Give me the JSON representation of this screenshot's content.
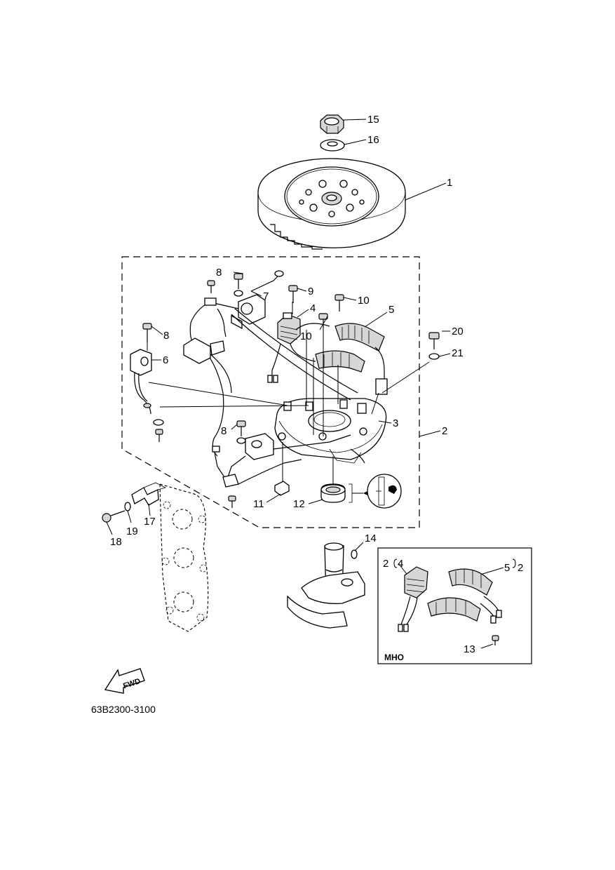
{
  "diagram": {
    "part_code": "63B2300-3100",
    "inset_label": "MHO",
    "fwd_label": "FWD",
    "labels": [
      {
        "id": "l1",
        "text": "1"
      },
      {
        "id": "l2",
        "text": "2"
      },
      {
        "id": "l3",
        "text": "3"
      },
      {
        "id": "l4",
        "text": "4"
      },
      {
        "id": "l5",
        "text": "5"
      },
      {
        "id": "l6",
        "text": "6"
      },
      {
        "id": "l7",
        "text": "7"
      },
      {
        "id": "l8a",
        "text": "8"
      },
      {
        "id": "l8b",
        "text": "8"
      },
      {
        "id": "l8c",
        "text": "8"
      },
      {
        "id": "l9",
        "text": "9"
      },
      {
        "id": "l10a",
        "text": "10"
      },
      {
        "id": "l10b",
        "text": "10"
      },
      {
        "id": "l11",
        "text": "11"
      },
      {
        "id": "l12",
        "text": "12"
      },
      {
        "id": "l13",
        "text": "13"
      },
      {
        "id": "l14",
        "text": "14"
      },
      {
        "id": "l15",
        "text": "15"
      },
      {
        "id": "l16",
        "text": "16"
      },
      {
        "id": "l17",
        "text": "17"
      },
      {
        "id": "l18",
        "text": "18"
      },
      {
        "id": "l19",
        "text": "19"
      },
      {
        "id": "l20",
        "text": "20"
      },
      {
        "id": "l21",
        "text": "21"
      },
      {
        "id": "li2a",
        "text": "2"
      },
      {
        "id": "li4",
        "text": "4"
      },
      {
        "id": "li5",
        "text": "5"
      },
      {
        "id": "li2b",
        "text": "2"
      }
    ]
  }
}
